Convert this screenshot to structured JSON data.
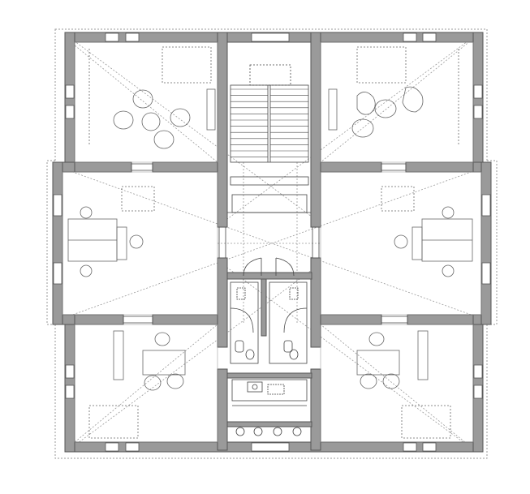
{
  "colors": {
    "background": "#ffffff",
    "wall_fill": "#9a9a9a",
    "wall_edge": "#555555",
    "line": "#444444",
    "thin_line": "#8a8a8a",
    "dotted": "#9a9a9a",
    "furniture": "#666666"
  },
  "rooms": [
    {
      "name": "room-top-left",
      "furniture": "lounge-chairs"
    },
    {
      "name": "room-top-right",
      "furniture": "lounge-chairs"
    },
    {
      "name": "room-middle-left",
      "furniture": "desks"
    },
    {
      "name": "room-middle-right",
      "furniture": "desks"
    },
    {
      "name": "room-bottom-left",
      "furniture": "meeting-table"
    },
    {
      "name": "room-bottom-right",
      "furniture": "meeting-table"
    },
    {
      "name": "central-hall",
      "furniture": "none"
    },
    {
      "name": "stair-core",
      "furniture": "stairs"
    },
    {
      "name": "restroom-left",
      "furniture": "wc"
    },
    {
      "name": "restroom-right",
      "furniture": "wc"
    },
    {
      "name": "kitchenette",
      "furniture": "sink"
    }
  ]
}
